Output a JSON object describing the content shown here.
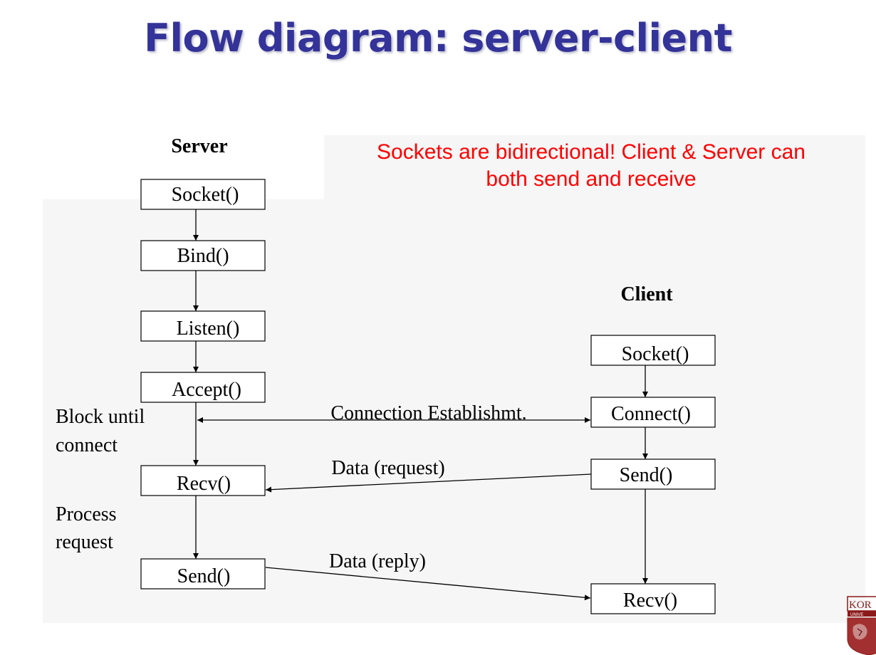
{
  "title": "Flow diagram: server-client",
  "note": {
    "line1": "Sockets are bidirectional! Client & Server can",
    "line2": "both send and receive"
  },
  "server": {
    "heading": "Server",
    "steps": [
      "Socket()",
      "Bind()",
      "Listen()",
      "Accept()",
      "Recv()",
      "Send()"
    ]
  },
  "client": {
    "heading": "Client",
    "steps": [
      "Socket()",
      "Connect()",
      "Send()",
      "Recv()"
    ]
  },
  "annotations": {
    "block_line1": "Block until",
    "block_line2": "connect",
    "process_line1": "Process",
    "process_line2": "request"
  },
  "messages": {
    "connection": "Connection Establishmt.",
    "request": "Data (request)",
    "reply": "Data (reply)"
  },
  "logo": {
    "text": "KOR",
    "subtext": "UNIVE",
    "color": "#8b1a1a"
  }
}
